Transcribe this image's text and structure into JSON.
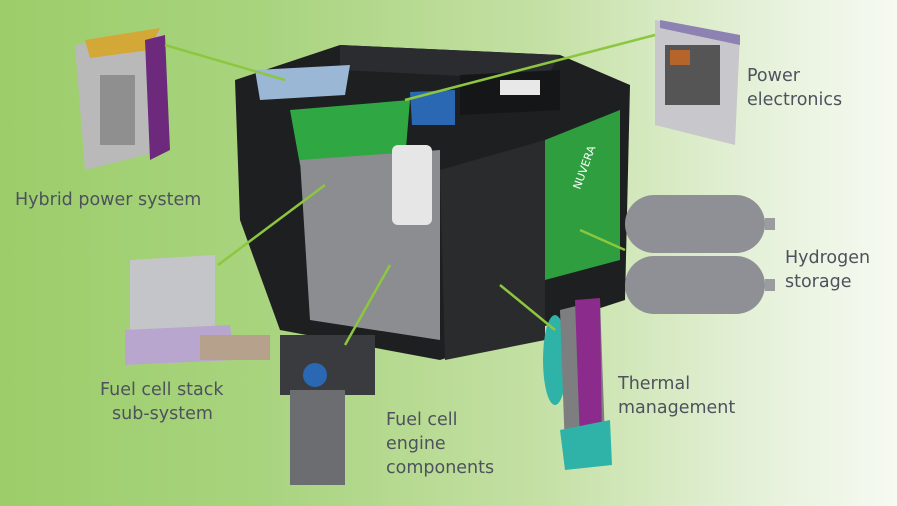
{
  "labels": {
    "hybrid_power_system": "Hybrid power system",
    "power_electronics_1": "Power",
    "power_electronics_2": "electronics",
    "hydrogen_storage_1": "Hydrogen",
    "hydrogen_storage_2": "storage",
    "thermal_management_1": "Thermal",
    "thermal_management_2": "management",
    "fuel_cell_stack_1": "Fuel cell stack",
    "fuel_cell_stack_2": "sub-system",
    "fuel_cell_engine_1": "Fuel cell",
    "fuel_cell_engine_2": "engine",
    "fuel_cell_engine_3": "components"
  },
  "colors": {
    "leader_line": "#8dc63f",
    "label_text": "#4d525c",
    "enclosure": "#1e1f21",
    "green_panel": "#2e9e3f",
    "purple_accent": "#7a2a86",
    "teal_accent": "#2fb3a8"
  },
  "logo_text": "NUVERA"
}
